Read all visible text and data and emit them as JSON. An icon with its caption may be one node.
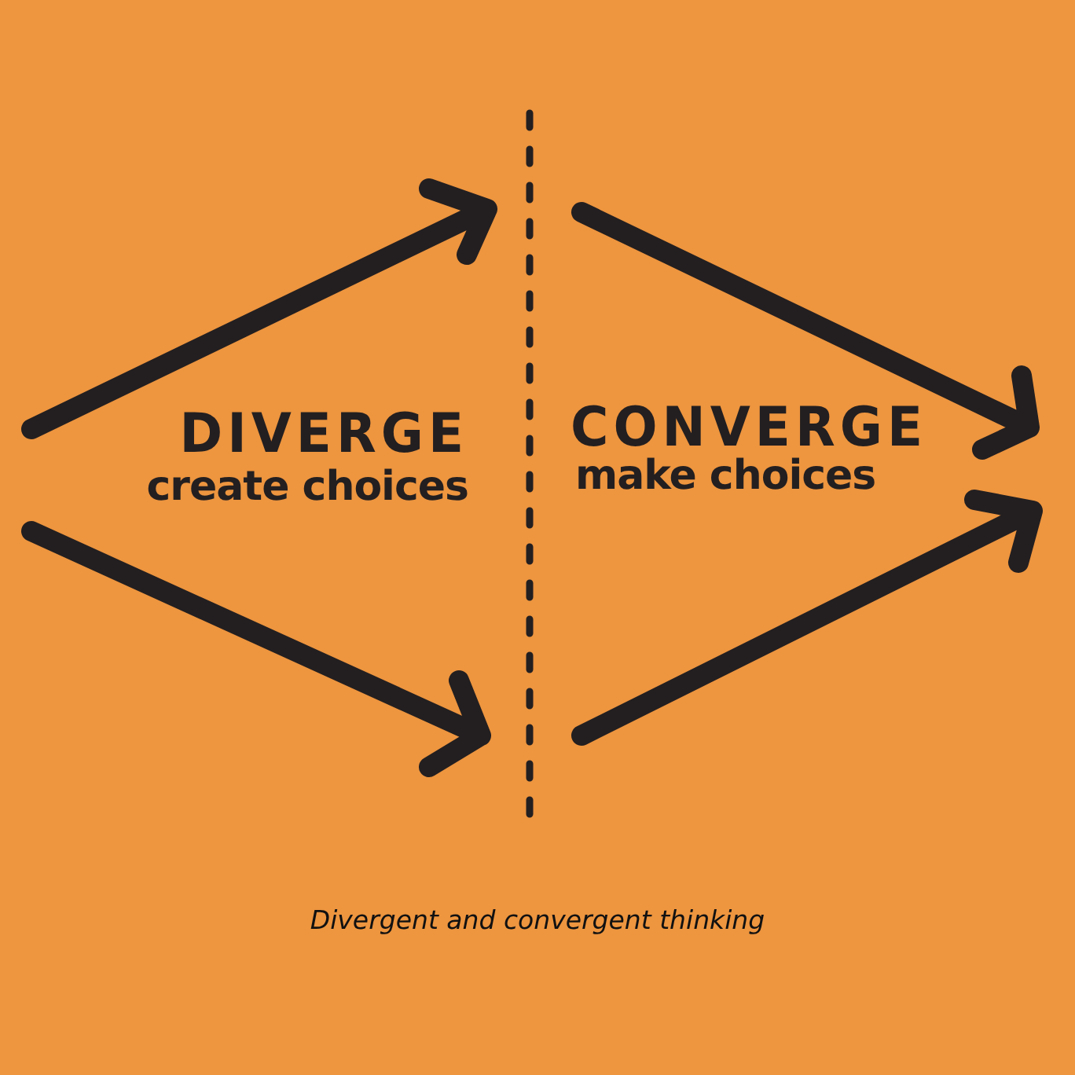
{
  "diagram": {
    "caption": "Divergent and convergent thinking",
    "labels": [
      "DIVERGE",
      "create choices",
      "CONVERGE",
      "make choices"
    ]
  }
}
